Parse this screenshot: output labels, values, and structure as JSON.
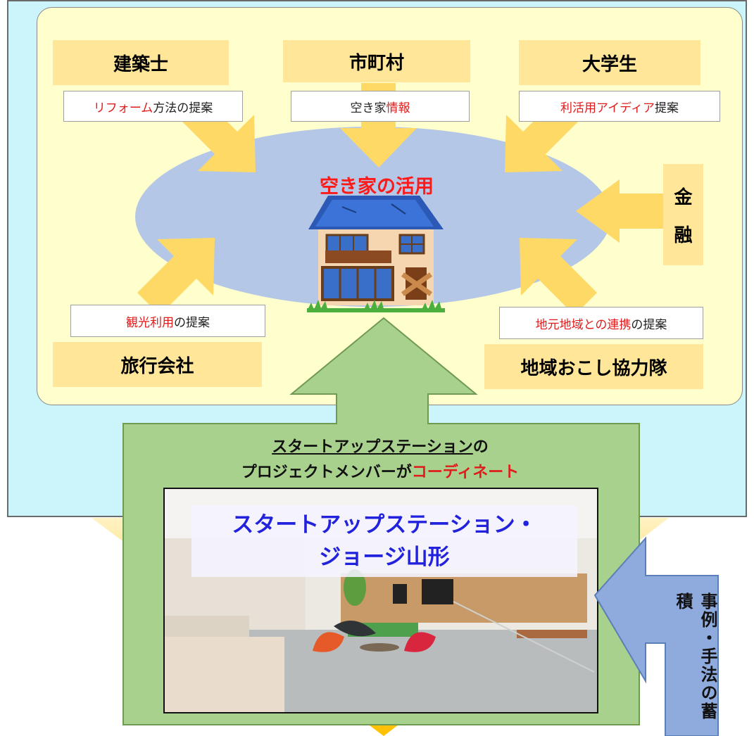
{
  "actors": {
    "architect": "建築士",
    "municipality": "市町村",
    "students": "大学生",
    "finance_1": "金",
    "finance_2": "融",
    "travel": "旅行会社",
    "revitalization": "地域おこし協力隊"
  },
  "proposals": {
    "architect": {
      "red": "リフォーム",
      "rest": "方法の提案"
    },
    "municipality": {
      "plain": "空き家",
      "red": "情報"
    },
    "students": {
      "red": "利活用アイディア",
      "rest": "提案"
    },
    "travel": {
      "red": "観光利用",
      "rest": "の提案"
    },
    "revitalization": {
      "red": "地元地域との連携",
      "rest": "の提案"
    }
  },
  "center": {
    "title": "空き家の活用"
  },
  "coordination": {
    "line1_underlined": "スタートアップステーション",
    "line1_rest": "の",
    "line2_plain": "プロジェクトメンバーが",
    "line2_red": "コーディネート"
  },
  "station": {
    "name_line1": "スタートアップステーション・",
    "name_line2": "ジョージ山形"
  },
  "accumulation": {
    "text": "事例・手法の蓄積"
  },
  "colors": {
    "background": "#ccf5fb",
    "panel": "#fffecd",
    "actor_box": "#ffe699",
    "ellipse": "#b4c7e7",
    "green_arrow": "#a9d18e",
    "blue_arrow": "#8faadc",
    "yellow_arrow": "#ffc000",
    "highlight_red": "#e01b1b",
    "station_blue": "#2222dd"
  }
}
